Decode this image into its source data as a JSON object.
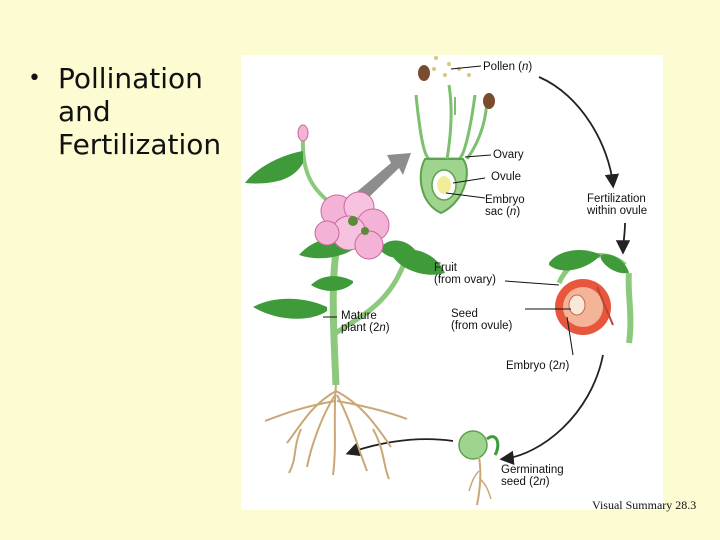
{
  "slide": {
    "bullet": "•",
    "title_lines": [
      "Pollination",
      "and",
      "Fertilization"
    ]
  },
  "figure": {
    "labels": {
      "pollen": {
        "text": "Pollen (",
        "var": "n",
        "close": ")"
      },
      "ovary": "Ovary",
      "ovule": "Ovule",
      "embryo_sac": {
        "line1": "Embryo",
        "line2": "sac (",
        "var": "n",
        "close": ")"
      },
      "fertilization": {
        "line1": "Fertilization",
        "line2": "within ovule"
      },
      "fruit": {
        "line1": "Fruit",
        "line2": "(from ovary)"
      },
      "seed": {
        "line1": "Seed",
        "line2": "(from ovule)"
      },
      "mature_plant": {
        "line1": "Mature",
        "line2": "plant (2",
        "var": "n",
        "close": ")"
      },
      "embryo": {
        "text": "Embryo (2",
        "var": "n",
        "close": ")"
      },
      "germinating_seed": {
        "line1": "Germinating",
        "line2": "seed (2",
        "var": "n",
        "close": ")"
      }
    },
    "colors": {
      "leaf": "#3f9a3a",
      "petal": "#f4b3d6",
      "stem": "#8cc97d",
      "arrow": "#222222",
      "root": "#c9a877",
      "fruit": "#e8563d"
    }
  },
  "footer": "Visual Summary 28.3"
}
